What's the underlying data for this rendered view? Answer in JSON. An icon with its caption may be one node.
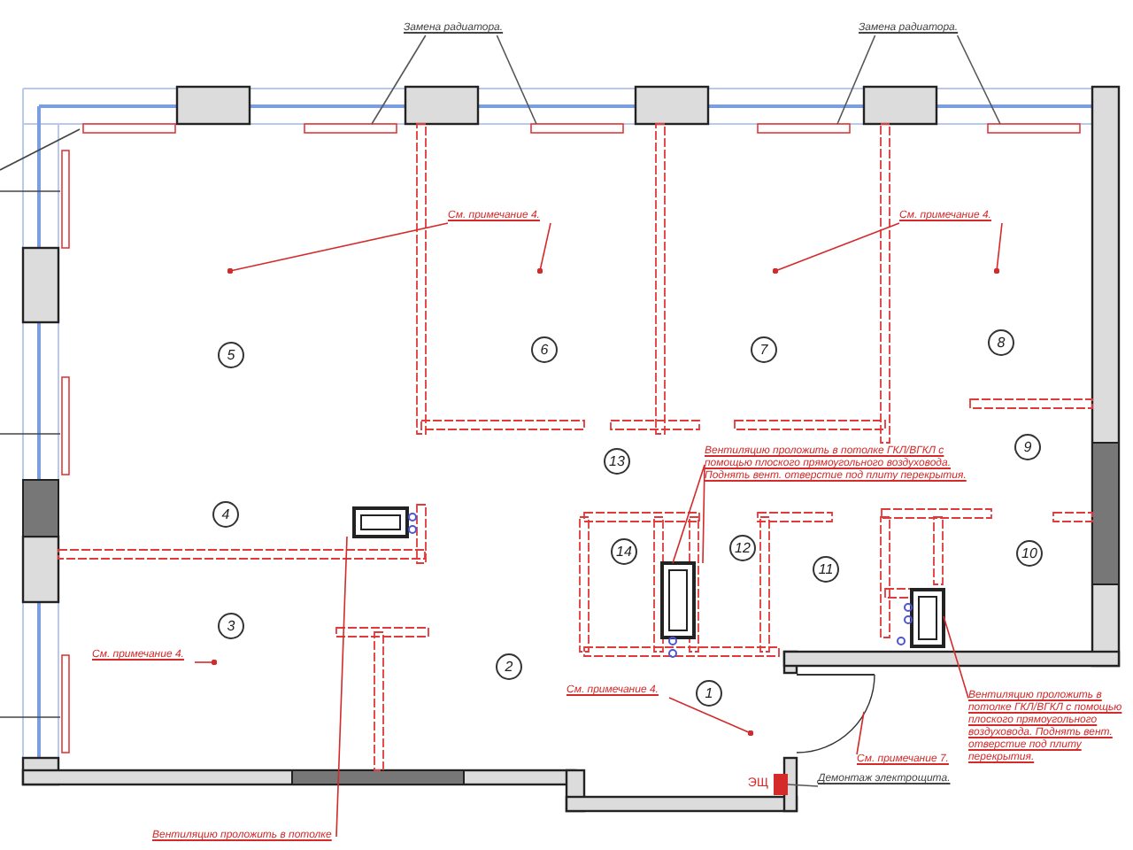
{
  "diagram": {
    "nodes": [
      {
        "text": [
          "Замена радиатора."
        ]
      },
      {
        "text": [
          "Замена радиатора."
        ]
      },
      {
        "text": [
          "См. примечание 4."
        ]
      },
      {
        "text": [
          "См. примечание 4."
        ]
      },
      {
        "text": [
          "См. примечание 4."
        ]
      },
      {
        "text": [
          "См. примечание 4."
        ]
      },
      {
        "text": [
          "Вентиляцию проложить в потолке ГКЛ/ВГКЛ с помощью плоского прямоугольного воздуховода. Поднять вент. отверстие под плиту перекрытия."
        ]
      },
      {
        "text": [
          "Вентиляцию проложить в потолке ГКЛ/ВГКЛ с помощью плоского прямоугольного воздуховода. Поднять вент. отверстие под плиту перекрытия."
        ]
      },
      {
        "text": [
          "См. примечание 7."
        ]
      },
      {
        "text": [
          "Демонтаж электрощита."
        ]
      },
      {
        "text": [],
        "shape": "box",
        "beside": [
          "ЭЩ"
        ]
      },
      {
        "text": [
          "Вентиляцию проложить в потолке"
        ]
      }
    ],
    "edges": [
      {
        "from": 0,
        "to": null,
        "arrow": "none",
        "color": "#555555"
      },
      {
        "from": 0,
        "to": null,
        "arrow": "none",
        "color": "#555555"
      },
      {
        "from": 1,
        "to": null,
        "arrow": "none",
        "color": "#555555"
      },
      {
        "from": 1,
        "to": null,
        "arrow": "none",
        "color": "#555555"
      },
      {
        "from": 2,
        "to": null,
        "arrow": "other"
      },
      {
        "from": 2,
        "to": null,
        "arrow": "other"
      },
      {
        "from": 3,
        "to": null,
        "arrow": "other"
      },
      {
        "from": 3,
        "to": null,
        "arrow": "other"
      },
      {
        "from": 4,
        "to": null,
        "arrow": "other"
      },
      {
        "from": 5,
        "to": null,
        "arrow": "other"
      },
      {
        "from": 6,
        "to": null,
        "arrow": "none"
      },
      {
        "from": 6,
        "to": null,
        "arrow": "none"
      },
      {
        "from": 7,
        "to": null,
        "arrow": "none"
      },
      {
        "from": 8,
        "to": null,
        "arrow": "none"
      },
      {
        "from": 9,
        "to": 10,
        "arrow": "none",
        "color": "#555555"
      },
      {
        "from": 11,
        "to": null,
        "arrow": "none"
      }
    ],
    "labels": [
      "5",
      "6",
      "7",
      "8",
      "9",
      "13",
      "4",
      "14",
      "12",
      "11",
      "10",
      "3",
      "2",
      "1"
    ]
  }
}
